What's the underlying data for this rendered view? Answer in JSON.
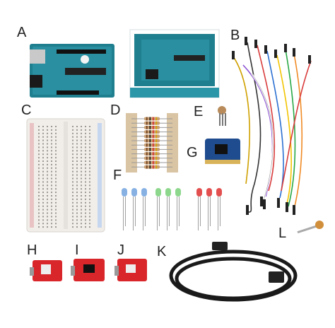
{
  "labels": {
    "a": "A",
    "b": "B",
    "c": "C",
    "d": "D",
    "e": "E",
    "f": "F",
    "g": "G",
    "h": "H",
    "i": "I",
    "j": "J",
    "k": "K",
    "l": "L"
  },
  "colors": {
    "arduino_teal": "#1f7f8f",
    "arduino_dark": "#0f5c6b",
    "breadboard": "#f1eeea",
    "resistor_body": "#c79e72",
    "sensor_red": "#d9262b",
    "sensor_blue": "#1f4c8f",
    "cable": "#1a1a1a",
    "led_blue": "#7aa8e0",
    "led_green": "#7fd37f",
    "led_red": "#e03b3b"
  }
}
